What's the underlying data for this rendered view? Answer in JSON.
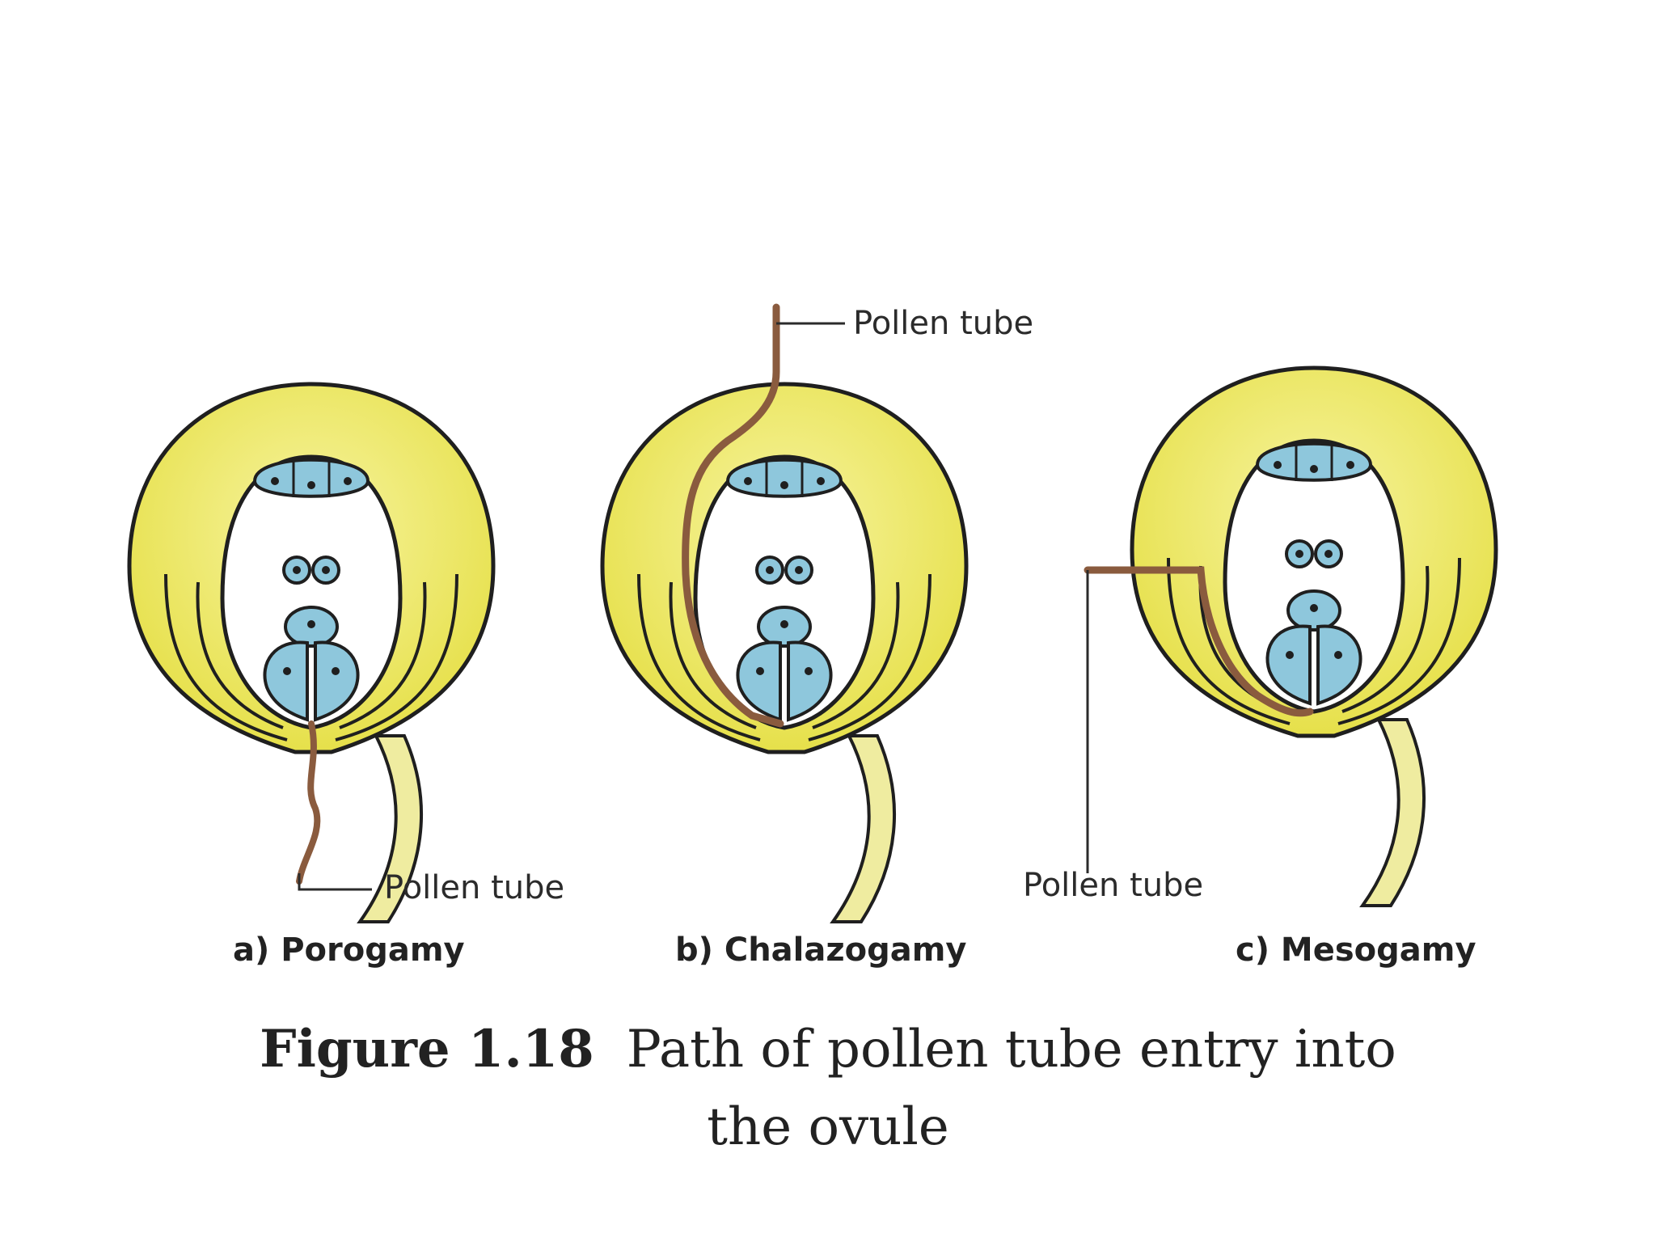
{
  "labels": {
    "pollen_tube_a": "Pollen tube",
    "pollen_tube_b": "Pollen tube",
    "pollen_tube_c": "Pollen tube"
  },
  "panels": [
    {
      "caption": "a) Porogamy"
    },
    {
      "caption": "b) Chalazogamy"
    },
    {
      "caption": "c) Mesogamy"
    }
  ],
  "figure": {
    "number": "Figure 1.18",
    "caption_line1": "Path of pollen tube entry into",
    "caption_line2": "the ovule"
  },
  "colors": {
    "integument": "#ece85a",
    "cells": "#8ec7dc",
    "pollen_tube": "#8a5b3e",
    "outline": "#1f1f1f",
    "background": "#ffffff"
  }
}
